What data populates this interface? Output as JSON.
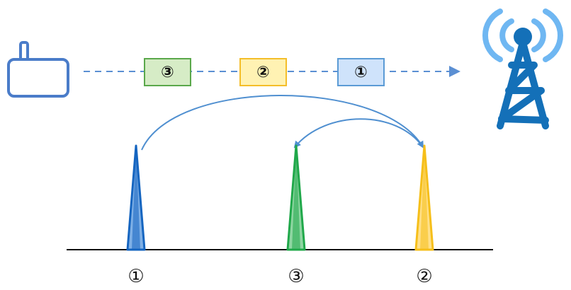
{
  "diagram": {
    "packets": [
      {
        "label": "③",
        "fill": "#d6ecc6",
        "stroke": "#5aa84b"
      },
      {
        "label": "②",
        "fill": "#fff2b3",
        "stroke": "#f4be2a"
      },
      {
        "label": "①",
        "fill": "#cfe3fb",
        "stroke": "#5b9bd5"
      }
    ],
    "spikes": [
      {
        "label": "①",
        "color": "#1565c0",
        "color_light": "#7fb0e6"
      },
      {
        "label": "③",
        "color": "#20a84a",
        "color_light": "#8fd6a2"
      },
      {
        "label": "②",
        "color": "#f6bf1a",
        "color_light": "#ffe08a"
      }
    ],
    "colors": {
      "device": "#4a7cc9",
      "dash": "#5b8fd3",
      "tower": "#1470b8",
      "signal_waves": "#6fb7f2",
      "arrows": "#4f8fd0",
      "baseline": "#111111"
    }
  }
}
